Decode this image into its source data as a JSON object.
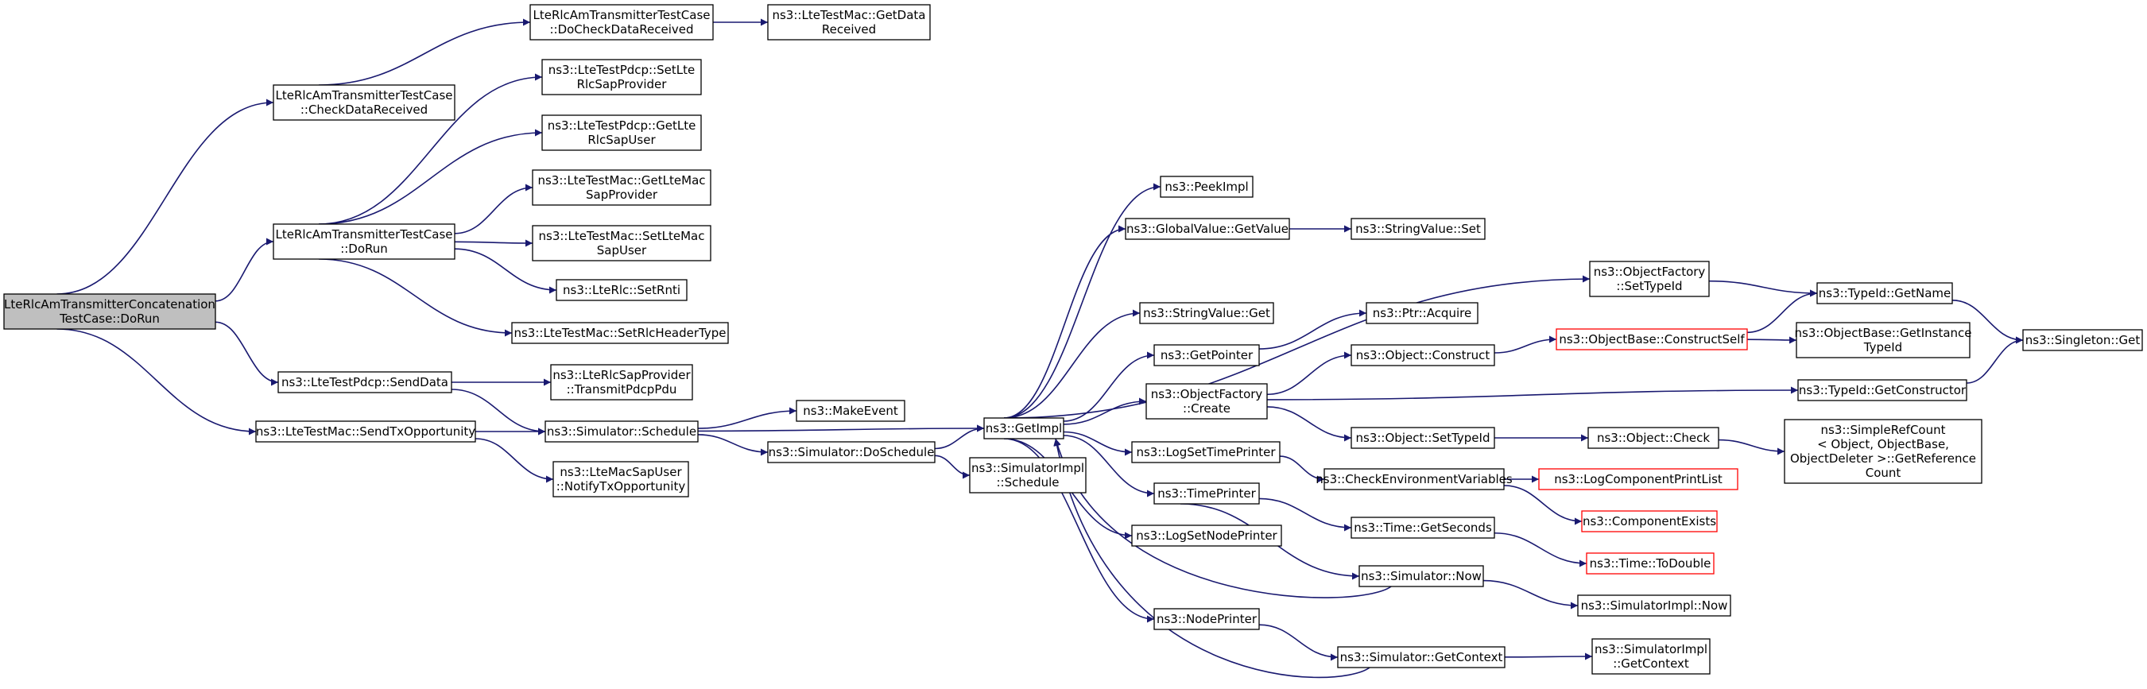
{
  "colors": {
    "edge": "#191970",
    "root_fill": "#bfbfbf",
    "node_border": "#000000",
    "missing_border": "#ff0000"
  },
  "graph": {
    "root": "root",
    "nodes": [
      {
        "id": "root",
        "lines": [
          "LteRlcAmTransmitterConcatenation",
          "TestCase::DoRun"
        ],
        "style": "root"
      },
      {
        "id": "checkData",
        "lines": [
          "LteRlcAmTransmitterTestCase",
          "::CheckDataReceived"
        ],
        "style": "normal"
      },
      {
        "id": "doCheckData",
        "lines": [
          "LteRlcAmTransmitterTestCase",
          "::DoCheckDataReceived"
        ],
        "style": "normal"
      },
      {
        "id": "getDataReceived",
        "lines": [
          "ns3::LteTestMac::GetData",
          "Received"
        ],
        "style": "normal"
      },
      {
        "id": "doRun",
        "lines": [
          "LteRlcAmTransmitterTestCase",
          "::DoRun"
        ],
        "style": "normal"
      },
      {
        "id": "pdcpSetProv",
        "lines": [
          "ns3::LteTestPdcp::SetLte",
          "RlcSapProvider"
        ],
        "style": "normal"
      },
      {
        "id": "pdcpGetUser",
        "lines": [
          "ns3::LteTestPdcp::GetLte",
          "RlcSapUser"
        ],
        "style": "normal"
      },
      {
        "id": "macGetProv",
        "lines": [
          "ns3::LteTestMac::GetLteMac",
          "SapProvider"
        ],
        "style": "normal"
      },
      {
        "id": "macSetUser",
        "lines": [
          "ns3::LteTestMac::SetLteMac",
          "SapUser"
        ],
        "style": "normal"
      },
      {
        "id": "setRnti",
        "lines": [
          "ns3::LteRlc::SetRnti"
        ],
        "style": "normal"
      },
      {
        "id": "setRlcHeader",
        "lines": [
          "ns3::LteTestMac::SetRlcHeaderType"
        ],
        "style": "normal"
      },
      {
        "id": "sendData",
        "lines": [
          "ns3::LteTestPdcp::SendData"
        ],
        "style": "normal"
      },
      {
        "id": "transmitPdcp",
        "lines": [
          "ns3::LteRlcSapProvider",
          "::TransmitPdcpPdu"
        ],
        "style": "normal"
      },
      {
        "id": "sendTxOpp",
        "lines": [
          "ns3::LteTestMac::SendTxOpportunity"
        ],
        "style": "normal"
      },
      {
        "id": "schedule",
        "lines": [
          "ns3::Simulator::Schedule"
        ],
        "style": "normal"
      },
      {
        "id": "notifyTx",
        "lines": [
          "ns3::LteMacSapUser",
          "::NotifyTxOpportunity"
        ],
        "style": "normal"
      },
      {
        "id": "makeEvent",
        "lines": [
          "ns3::MakeEvent"
        ],
        "style": "normal"
      },
      {
        "id": "doSchedule",
        "lines": [
          "ns3::Simulator::DoSchedule"
        ],
        "style": "normal"
      },
      {
        "id": "getImpl",
        "lines": [
          "ns3::GetImpl"
        ],
        "style": "normal"
      },
      {
        "id": "simImplSchedule",
        "lines": [
          "ns3::SimulatorImpl",
          "::Schedule"
        ],
        "style": "normal"
      },
      {
        "id": "peekImpl",
        "lines": [
          "ns3::PeekImpl"
        ],
        "style": "normal"
      },
      {
        "id": "gvGetValue",
        "lines": [
          "ns3::GlobalValue::GetValue"
        ],
        "style": "normal"
      },
      {
        "id": "svSet",
        "lines": [
          "ns3::StringValue::Set"
        ],
        "style": "normal"
      },
      {
        "id": "ofSetTypeId",
        "lines": [
          "ns3::ObjectFactory",
          "::SetTypeId"
        ],
        "style": "normal"
      },
      {
        "id": "typeIdGetName",
        "lines": [
          "ns3::TypeId::GetName"
        ],
        "style": "normal"
      },
      {
        "id": "singletonGet",
        "lines": [
          "ns3::Singleton::Get"
        ],
        "style": "normal"
      },
      {
        "id": "svGet",
        "lines": [
          "ns3::StringValue::Get"
        ],
        "style": "normal"
      },
      {
        "id": "ptrAcquire",
        "lines": [
          "ns3::Ptr::Acquire"
        ],
        "style": "normal"
      },
      {
        "id": "getPointer",
        "lines": [
          "ns3::GetPointer"
        ],
        "style": "normal"
      },
      {
        "id": "objConstruct",
        "lines": [
          "ns3::Object::Construct"
        ],
        "style": "normal"
      },
      {
        "id": "constructSelf",
        "lines": [
          "ns3::ObjectBase::ConstructSelf"
        ],
        "style": "missing"
      },
      {
        "id": "getInstanceTypeId",
        "lines": [
          "ns3::ObjectBase::GetInstance",
          "TypeId"
        ],
        "style": "normal"
      },
      {
        "id": "ofCreate",
        "lines": [
          "ns3::ObjectFactory",
          "::Create"
        ],
        "style": "normal"
      },
      {
        "id": "getConstructor",
        "lines": [
          "ns3::TypeId::GetConstructor"
        ],
        "style": "normal"
      },
      {
        "id": "objSetTypeId",
        "lines": [
          "ns3::Object::SetTypeId"
        ],
        "style": "normal"
      },
      {
        "id": "objCheck",
        "lines": [
          "ns3::Object::Check"
        ],
        "style": "normal"
      },
      {
        "id": "refCount",
        "lines": [
          "ns3::SimpleRefCount",
          "< Object, ObjectBase,",
          " ObjectDeleter >::GetReference",
          "Count"
        ],
        "style": "normal"
      },
      {
        "id": "logSetTime",
        "lines": [
          "ns3::LogSetTimePrinter"
        ],
        "style": "normal"
      },
      {
        "id": "checkEnv",
        "lines": [
          "ns3::CheckEnvironmentVariables"
        ],
        "style": "normal"
      },
      {
        "id": "logCompPrint",
        "lines": [
          "ns3::LogComponentPrintList"
        ],
        "style": "missing"
      },
      {
        "id": "timePrinter",
        "lines": [
          "ns3::TimePrinter"
        ],
        "style": "normal"
      },
      {
        "id": "compExists",
        "lines": [
          "ns3::ComponentExists"
        ],
        "style": "missing"
      },
      {
        "id": "getSeconds",
        "lines": [
          "ns3::Time::GetSeconds"
        ],
        "style": "normal"
      },
      {
        "id": "logSetNode",
        "lines": [
          "ns3::LogSetNodePrinter"
        ],
        "style": "normal"
      },
      {
        "id": "toDouble",
        "lines": [
          "ns3::Time::ToDouble"
        ],
        "style": "missing"
      },
      {
        "id": "simNow",
        "lines": [
          "ns3::Simulator::Now"
        ],
        "style": "normal"
      },
      {
        "id": "simImplNow",
        "lines": [
          "ns3::SimulatorImpl::Now"
        ],
        "style": "normal"
      },
      {
        "id": "nodePrinter",
        "lines": [
          "ns3::NodePrinter"
        ],
        "style": "normal"
      },
      {
        "id": "simGetContext",
        "lines": [
          "ns3::Simulator::GetContext"
        ],
        "style": "normal"
      },
      {
        "id": "simImplGetContext",
        "lines": [
          "ns3::SimulatorImpl",
          "::GetContext"
        ],
        "style": "normal"
      }
    ],
    "edges": [
      {
        "from": "root",
        "to": "checkData"
      },
      {
        "from": "root",
        "to": "doRun"
      },
      {
        "from": "root",
        "to": "sendData"
      },
      {
        "from": "root",
        "to": "sendTxOpp"
      },
      {
        "from": "checkData",
        "to": "doCheckData"
      },
      {
        "from": "doCheckData",
        "to": "getDataReceived"
      },
      {
        "from": "doRun",
        "to": "pdcpSetProv"
      },
      {
        "from": "doRun",
        "to": "pdcpGetUser"
      },
      {
        "from": "doRun",
        "to": "macGetProv"
      },
      {
        "from": "doRun",
        "to": "macSetUser"
      },
      {
        "from": "doRun",
        "to": "setRnti"
      },
      {
        "from": "doRun",
        "to": "setRlcHeader"
      },
      {
        "from": "sendData",
        "to": "transmitPdcp"
      },
      {
        "from": "sendData",
        "to": "schedule"
      },
      {
        "from": "sendTxOpp",
        "to": "schedule"
      },
      {
        "from": "sendTxOpp",
        "to": "notifyTx"
      },
      {
        "from": "schedule",
        "to": "makeEvent"
      },
      {
        "from": "schedule",
        "to": "doSchedule"
      },
      {
        "from": "schedule",
        "to": "getImpl"
      },
      {
        "from": "doSchedule",
        "to": "getImpl"
      },
      {
        "from": "doSchedule",
        "to": "simImplSchedule"
      },
      {
        "from": "getImpl",
        "to": "peekImpl"
      },
      {
        "from": "getImpl",
        "to": "gvGetValue"
      },
      {
        "from": "getImpl",
        "to": "ofSetTypeId"
      },
      {
        "from": "getImpl",
        "to": "svGet"
      },
      {
        "from": "getImpl",
        "to": "getPointer"
      },
      {
        "from": "getImpl",
        "to": "ofCreate"
      },
      {
        "from": "getImpl",
        "to": "logSetTime"
      },
      {
        "from": "getImpl",
        "to": "timePrinter"
      },
      {
        "from": "getImpl",
        "to": "logSetNode"
      },
      {
        "from": "getImpl",
        "to": "nodePrinter"
      },
      {
        "from": "gvGetValue",
        "to": "svSet"
      },
      {
        "from": "ofSetTypeId",
        "to": "typeIdGetName"
      },
      {
        "from": "typeIdGetName",
        "to": "singletonGet"
      },
      {
        "from": "getPointer",
        "to": "ptrAcquire"
      },
      {
        "from": "ofCreate",
        "to": "objConstruct"
      },
      {
        "from": "ofCreate",
        "to": "getConstructor"
      },
      {
        "from": "ofCreate",
        "to": "objSetTypeId"
      },
      {
        "from": "objConstruct",
        "to": "constructSelf"
      },
      {
        "from": "constructSelf",
        "to": "typeIdGetName"
      },
      {
        "from": "constructSelf",
        "to": "getInstanceTypeId"
      },
      {
        "from": "getConstructor",
        "to": "singletonGet"
      },
      {
        "from": "objSetTypeId",
        "to": "objCheck"
      },
      {
        "from": "objCheck",
        "to": "refCount"
      },
      {
        "from": "logSetTime",
        "to": "checkEnv"
      },
      {
        "from": "checkEnv",
        "to": "logCompPrint"
      },
      {
        "from": "checkEnv",
        "to": "compExists"
      },
      {
        "from": "timePrinter",
        "to": "getSeconds"
      },
      {
        "from": "timePrinter",
        "to": "simNow"
      },
      {
        "from": "getSeconds",
        "to": "toDouble"
      },
      {
        "from": "simNow",
        "to": "getImpl"
      },
      {
        "from": "simNow",
        "to": "simImplNow"
      },
      {
        "from": "nodePrinter",
        "to": "simGetContext"
      },
      {
        "from": "simGetContext",
        "to": "getImpl"
      },
      {
        "from": "simGetContext",
        "to": "simImplGetContext"
      }
    ]
  }
}
